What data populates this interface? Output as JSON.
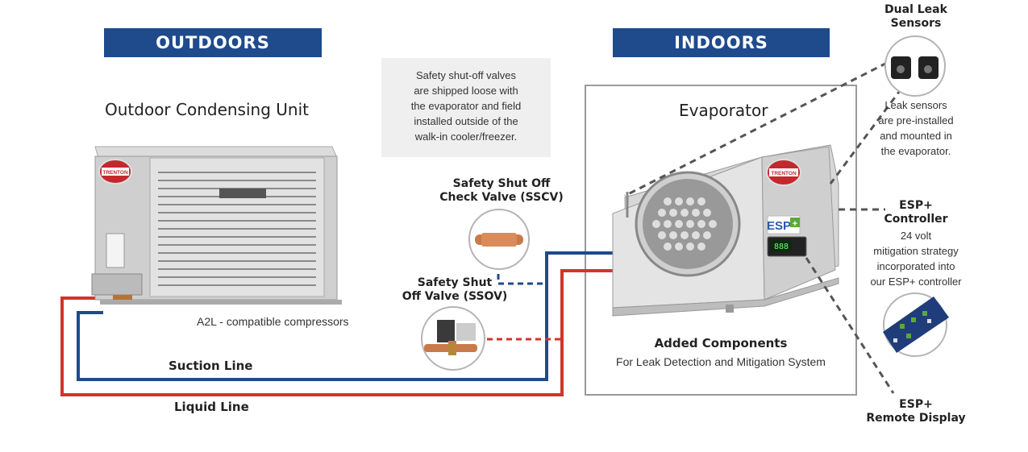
{
  "banners": {
    "outdoors": "OUTDOORS",
    "indoors": "INDOORS"
  },
  "note": {
    "lines": [
      "Safety shut-off valves",
      "are shipped loose with",
      "the evaporator and field",
      "installed outside of the",
      "walk-in cooler/freezer."
    ]
  },
  "outdoor": {
    "title": "Outdoor Condensing Unit",
    "brand": "TRENTON",
    "compressor_label": "A2L - compatible compressors"
  },
  "lines": {
    "suction": "Suction Line",
    "liquid": "Liquid Line"
  },
  "sscv": {
    "lines": [
      "Safety Shut Off",
      "Check Valve (SSCV)"
    ]
  },
  "ssov": {
    "lines": [
      "Safety Shut",
      "Off Valve (SSOV)"
    ]
  },
  "indoor": {
    "title": "Evaporator",
    "brand": "TRENTON",
    "esp_badge": "ESP",
    "esp_plus": "+",
    "display_readout": "888",
    "added_title": "Added Components",
    "added_sub": "For Leak Detection and Mitigation System"
  },
  "sensors": {
    "title_lines": [
      "Dual Leak",
      "Sensors"
    ],
    "desc_lines": [
      "Leak sensors",
      "are pre-installed",
      "and mounted in",
      "the evaporator."
    ]
  },
  "controller": {
    "title_lines": [
      "ESP+",
      "Controller"
    ],
    "desc_lines": [
      "24 volt",
      "mitigation strategy",
      "incorporated into",
      "our ESP+ controller"
    ]
  },
  "remote": {
    "title_lines": [
      "ESP+",
      "Remote Display"
    ]
  },
  "colors": {
    "banner": "#1f4a8c",
    "suction": "#1f4a8c",
    "liquid": "#d0352b"
  }
}
